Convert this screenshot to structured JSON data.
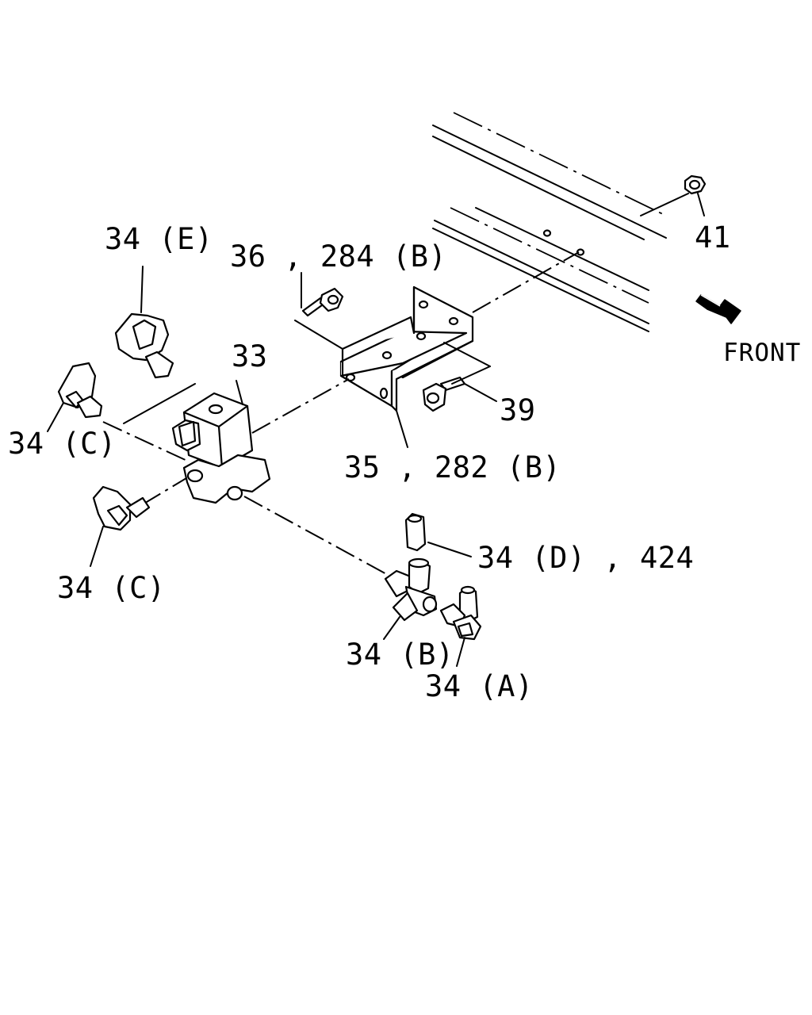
{
  "labels": {
    "part_33": "33",
    "part_34e": "34 (E)",
    "part_34c_upper": "34 (C)",
    "part_34c_lower": "34 (C)",
    "part_34d": "34 (D) , 424",
    "part_34b": "34 (B)",
    "part_34a": "34 (A)",
    "part_35": "35 , 282 (B)",
    "part_36": "36 , 284 (B)",
    "part_39": "39",
    "part_41": "41",
    "front": "FRONT"
  },
  "icons": {
    "front_arrow": "front-arrow-icon"
  }
}
